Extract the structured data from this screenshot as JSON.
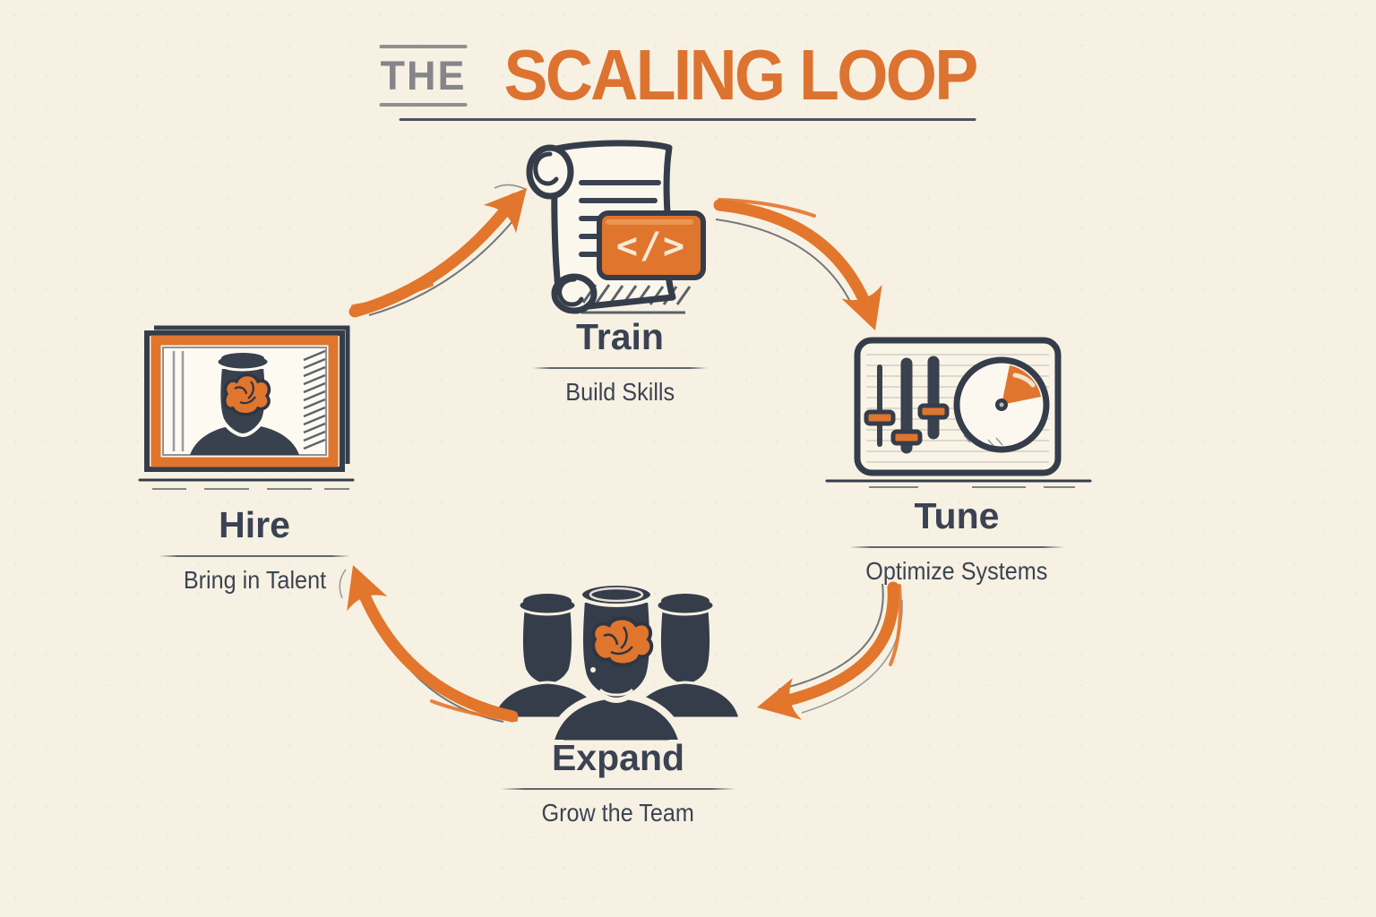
{
  "title": {
    "prefix": "THE",
    "main": "SCALING LOOP"
  },
  "palette": {
    "background": "#F7F1E3",
    "accent_orange": "#E0752E",
    "title_orange": "#DD7330",
    "ink_dark": "#353D4B",
    "label_dark": "#3A4253",
    "muted_gray": "#85858A",
    "cream": "#FBF6EB"
  },
  "nodes": {
    "train": {
      "label": "Train",
      "sublabel": "Build Skills",
      "icon": "scroll-code-icon",
      "badge_glyph": "</>"
    },
    "tune": {
      "label": "Tune",
      "sublabel": "Optimize Systems",
      "icon": "mixer-dial-icon"
    },
    "expand": {
      "label": "Expand",
      "sublabel": "Grow the Team",
      "icon": "team-jars-icon"
    },
    "hire": {
      "label": "Hire",
      "sublabel": "Bring in Talent",
      "icon": "portrait-frame-icon"
    }
  },
  "arrows": [
    {
      "from": "Hire",
      "to": "Train",
      "position": "top-left"
    },
    {
      "from": "Train",
      "to": "Tune",
      "position": "top-right"
    },
    {
      "from": "Tune",
      "to": "Expand",
      "position": "bottom-right"
    },
    {
      "from": "Expand",
      "to": "Hire",
      "position": "bottom-left"
    }
  ]
}
